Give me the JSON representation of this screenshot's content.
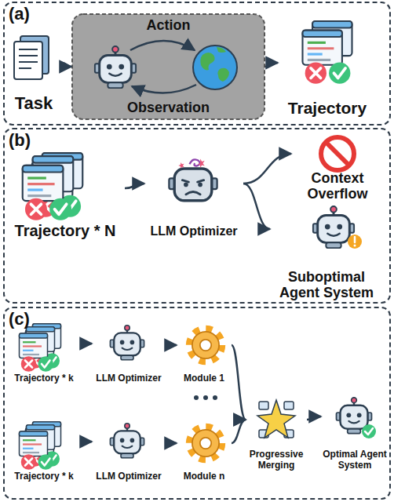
{
  "diagram": {
    "nodes": [
      {
        "text": [
          "(a)"
        ]
      },
      {
        "text": [
          "Task"
        ],
        "in": 0
      },
      {
        "text": [
          "Action",
          "Observation"
        ],
        "in": 0
      },
      {
        "text": [
          "Trajectory"
        ],
        "in": 0
      },
      {
        "text": [
          "(b)"
        ]
      },
      {
        "text": [
          "Trajectory * N"
        ],
        "in": 4
      },
      {
        "text": [
          "LLM Optimizer"
        ],
        "in": 4
      },
      {
        "text": [
          "Context Overflow"
        ],
        "in": 4
      },
      {
        "text": [
          "Suboptimal Agent System"
        ],
        "in": 4
      },
      {
        "text": [
          "(c)"
        ]
      },
      {
        "text": [
          "Trajectory * k"
        ],
        "in": 9
      },
      {
        "text": [
          "LLM Optimizer"
        ],
        "in": 9
      },
      {
        "text": [
          "Module 1"
        ],
        "in": 9
      },
      {
        "text": [
          "Trajectory * k"
        ],
        "in": 9
      },
      {
        "text": [
          "LLM Optimizer"
        ],
        "in": 9
      },
      {
        "text": [
          "Module n"
        ],
        "in": 9
      },
      {
        "text": [
          "Progressive Merging"
        ],
        "in": 9
      },
      {
        "text": [
          "Optimal Agent System"
        ],
        "in": 9
      }
    ],
    "edges": [
      {
        "from": 1,
        "to": 2,
        "arrow": "to"
      },
      {
        "from": 2,
        "to": 3,
        "arrow": "to"
      },
      {
        "from": 5,
        "to": 6,
        "arrow": "to"
      },
      {
        "from": 6,
        "to": 7,
        "arrow": "to"
      },
      {
        "from": 6,
        "to": 8,
        "arrow": "to"
      },
      {
        "from": 10,
        "to": 11,
        "arrow": "to"
      },
      {
        "from": 11,
        "to": 12,
        "arrow": "to"
      },
      {
        "from": 13,
        "to": 14,
        "arrow": "to"
      },
      {
        "from": 14,
        "to": 15,
        "arrow": "to"
      },
      {
        "from": 12,
        "to": 16,
        "arrow": "to"
      },
      {
        "from": 15,
        "to": 16,
        "arrow": "to"
      },
      {
        "from": 16,
        "to": 17,
        "arrow": "to"
      }
    ]
  }
}
